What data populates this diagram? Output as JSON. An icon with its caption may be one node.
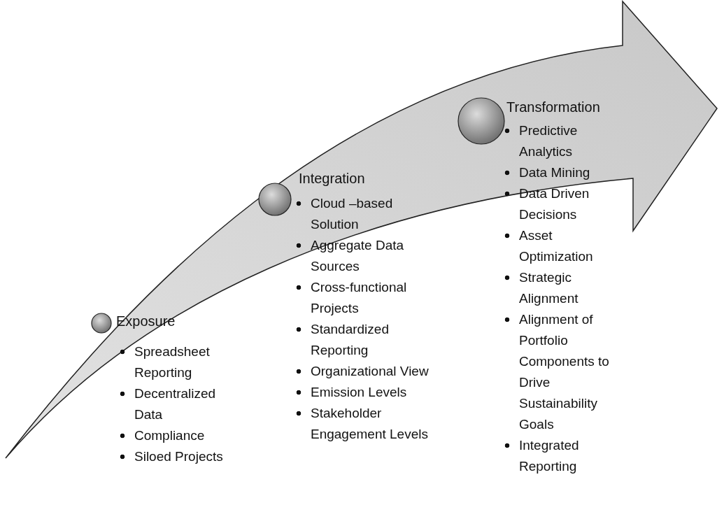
{
  "diagram": {
    "nodes": [
      {
        "text": [
          "Exposure"
        ],
        "beside": [
          "Spreadsheet Reporting",
          "Decentralized Data",
          "Compliance",
          "Siloed Projects"
        ]
      },
      {
        "text": [
          "Integration"
        ],
        "beside": [
          "Cloud –based Solution",
          "Aggregate Data Sources",
          "Cross-functional Projects",
          "Standardized Reporting",
          "Organizational View",
          "Emission Levels",
          "Stakeholder Engagement Levels"
        ]
      },
      {
        "text": [
          "Transformation"
        ],
        "beside": [
          "Predictive Analytics",
          "Data Mining",
          "Data Driven Decisions",
          "Asset Optimization",
          "Strategic Alignment",
          "Alignment of Portfolio Components to Drive Sustainability Goals",
          "Integrated Reporting"
        ]
      }
    ]
  }
}
